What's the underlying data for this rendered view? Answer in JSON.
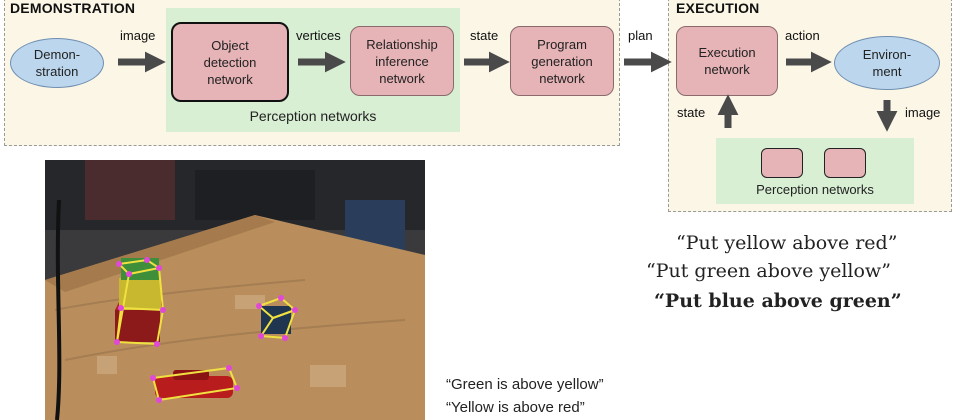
{
  "demonstration": {
    "title": "DEMONSTRATION",
    "start_node": "Demon-\nstration",
    "edge_image": "image",
    "object_detection": "Object\ndetection\nnetwork",
    "edge_vertices": "vertices",
    "relationship_inference": "Relationship\ninference\nnetwork",
    "edge_state": "state",
    "program_generation": "Program\ngeneration\nnetwork",
    "perception_label": "Perception networks"
  },
  "edge_plan": "plan",
  "execution": {
    "title": "EXECUTION",
    "execution_network": "Execution\nnetwork",
    "edge_action": "action",
    "environment": "Environ-\nment",
    "edge_state": "state",
    "edge_image": "image",
    "perception_label": "Perception networks"
  },
  "program_quotes": [
    "“Put yellow above red”",
    "“Put green above yellow”",
    "“Put blue above green”"
  ],
  "relation_captions": [
    "“Green is above yellow”",
    "“Yellow is above red”"
  ],
  "colors": {
    "panel_bg": "#fbf6e6",
    "perception_bg": "#d8efd4",
    "network_box": "#e6b3b6",
    "ellipse": "#bcd6ee",
    "arrow": "#4a4a4a"
  }
}
